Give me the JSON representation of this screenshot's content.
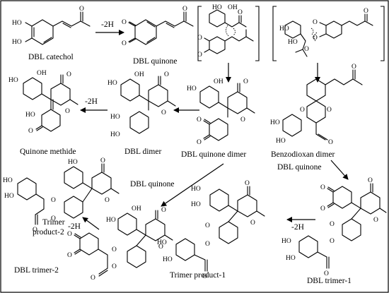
{
  "labels": {
    "dbl_catechol": "DBL catechol",
    "dbl_quinone": "DBL quinone",
    "quinone_methide": "Quinone methide",
    "dbl_dimer": "DBL dimer",
    "dbl_quinone_dimer": "DBL quinone dimer",
    "benzodioxan_dimer": "Benzodioxan dimer",
    "dbl_quinone_reagent_right": "DBL quinone",
    "dbl_quinone_reagent_left": "DBL quinone",
    "trimer_product_2_line1": "Trimer",
    "trimer_product_2_line2": "product-2",
    "dbl_trimer_2": "DBL trimer-2",
    "trimer_product_1": "Trimer product-1",
    "dbl_trimer_1": "DBL trimer-1"
  },
  "arrow_labels": {
    "oxidation_top": "-2H",
    "oxidation_dimer": "-2H",
    "oxidation_trimer2": "-2H",
    "oxidation_trimer1": "-2H"
  },
  "atoms": {
    "ho": "HO",
    "oh": "OH",
    "o": "O"
  }
}
